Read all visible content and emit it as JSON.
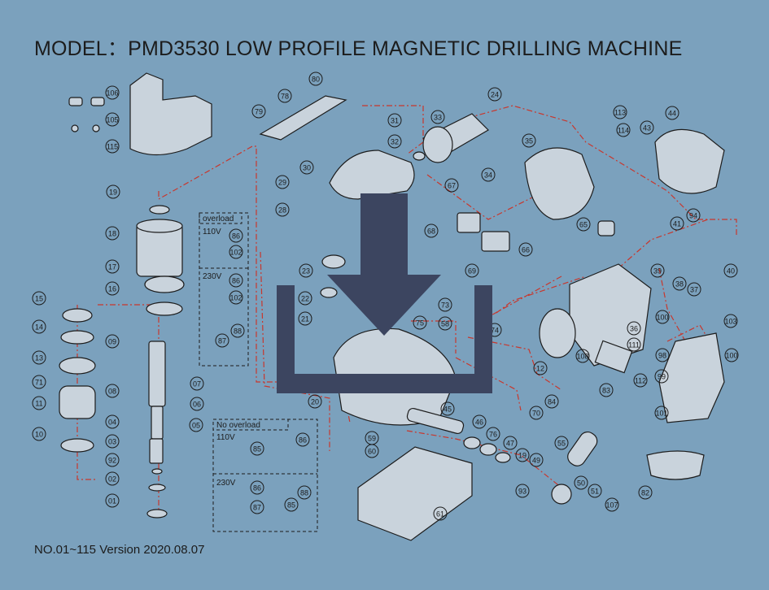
{
  "header": {
    "title": "MODEL：PMD3530  LOW PROFILE MAGNETIC DRILLING MACHINE"
  },
  "footer": {
    "version_line": "NO.01~115  Version 2020.08.07"
  },
  "boxes": {
    "overload_label": "overload",
    "no_overload_label": "No overload",
    "v110": "110V",
    "v230": "230V"
  },
  "callouts": [
    "106",
    "105",
    "115",
    "80",
    "78",
    "79",
    "24",
    "33",
    "31",
    "32",
    "30",
    "113",
    "114",
    "44",
    "43",
    "35",
    "34",
    "19",
    "29",
    "28",
    "68",
    "67",
    "65",
    "94",
    "41",
    "18",
    "23",
    "22",
    "66",
    "69",
    "39",
    "40",
    "38",
    "37",
    "17",
    "16",
    "21",
    "73",
    "36",
    "100",
    "103",
    "15",
    "75",
    "74",
    "14",
    "58",
    "111",
    "108",
    "98",
    "100",
    "13",
    "09",
    "12",
    "71",
    "99",
    "83",
    "112",
    "84",
    "101",
    "11",
    "08",
    "07",
    "06",
    "05",
    "10",
    "20",
    "70",
    "45",
    "46",
    "04",
    "03",
    "92",
    "02",
    "01",
    "59",
    "60",
    "76",
    "47",
    "19",
    "49",
    "55",
    "93",
    "50",
    "51",
    "107",
    "82",
    "61",
    "86",
    "102",
    "86",
    "102",
    "88",
    "87",
    "85",
    "86",
    "88",
    "87",
    "85",
    "86"
  ],
  "overlay": {
    "icon": "download-icon",
    "color": "#3c4560"
  },
  "colors": {
    "background": "#7ba1bd",
    "leader_red": "#c8372d",
    "ink": "#1c1c1c"
  }
}
